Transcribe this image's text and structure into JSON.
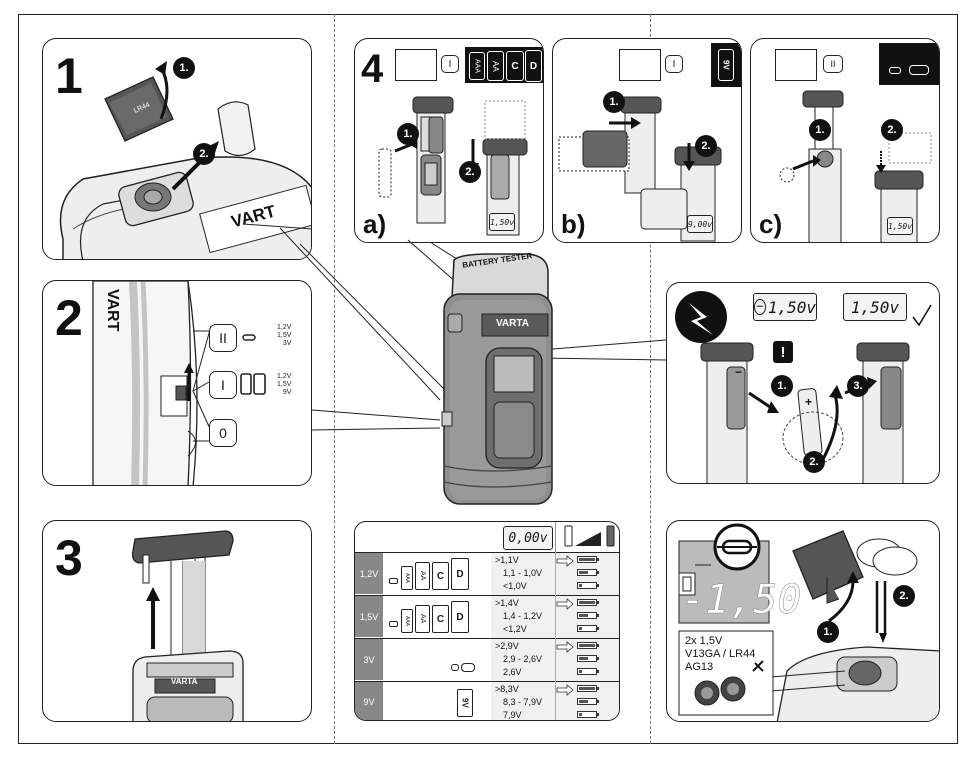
{
  "steps": {
    "s1": {
      "num": "1",
      "b1": "1.",
      "b2": "2.",
      "brand": "VART"
    },
    "s2": {
      "num": "2",
      "brand": "VART",
      "switch_ii": "II",
      "switch_i": "I",
      "switch_0": "0",
      "volt_ii": [
        "1,2V",
        "1,5V",
        "3V"
      ],
      "volt_i": [
        "1,2V",
        "1,5V",
        "9V"
      ]
    },
    "s3": {
      "num": "3",
      "brand": "VARTA"
    },
    "s4": {
      "num": "4",
      "a": {
        "label": "a)",
        "switch": "I",
        "types": [
          "AAA",
          "AA",
          "C",
          "D"
        ],
        "b1": "1.",
        "b2": "2.",
        "lcd": "1,50v"
      },
      "b": {
        "label": "b)",
        "switch": "I",
        "type": "9V",
        "b1": "1.",
        "b2": "2.",
        "lcd": "9,00v"
      },
      "c": {
        "label": "c)",
        "switch": "II",
        "b1": "1.",
        "b2": "2.",
        "lcd": "1,50v"
      }
    }
  },
  "device": {
    "top_label": "BATTERY TESTER",
    "brand": "VARTA"
  },
  "polarity": {
    "lcd_wrong": "1,50v",
    "lcd_right": "1,50v",
    "warn": "!",
    "b1": "1.",
    "b2": "2.",
    "b3": "3.",
    "plus": "+",
    "minus": "−"
  },
  "table": {
    "header_lcd": "0,00v",
    "rows": [
      {
        "voltage": "1,2V",
        "types": [
          "AAA",
          "AA",
          "C",
          "D"
        ],
        "ranges": [
          ">1,1V",
          "1,1 - 1,0V",
          "<1,0V"
        ]
      },
      {
        "voltage": "1,5V",
        "types": [
          "AAA",
          "AA",
          "C",
          "D"
        ],
        "ranges": [
          ">1,4V",
          "1,4 - 1,2V",
          "<1,2V"
        ]
      },
      {
        "voltage": "3V",
        "types": [],
        "ranges": [
          ">2,9V",
          "2,9 - 2,6V",
          "2,6V"
        ]
      },
      {
        "voltage": "9V",
        "types": [
          "9V"
        ],
        "ranges": [
          ">8,3V",
          "8,3 - 7,9V",
          "7,9V"
        ]
      }
    ]
  },
  "coin": {
    "lines": [
      "2x 1,5V",
      "V13GA / LR44",
      "AG13"
    ],
    "lcd": "-1,50",
    "b1": "1.",
    "b2": "2."
  },
  "colors": {
    "device_body": "#8f8f8f",
    "device_dark": "#5a5a5a",
    "label_bg": "#888888"
  }
}
